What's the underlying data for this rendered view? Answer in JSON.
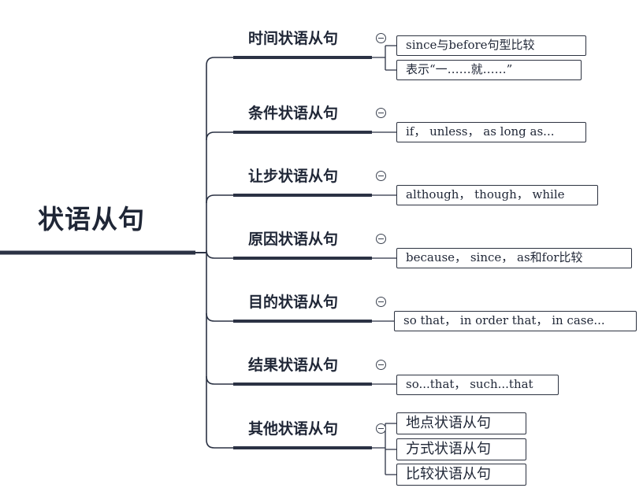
{
  "root": {
    "label": "状语从句"
  },
  "branches": [
    {
      "label": "时间状语从句",
      "leaves": [
        "since与before句型比较",
        "表示“一……就……”"
      ]
    },
    {
      "label": "条件状语从句",
      "leaves": [
        "if， unless， as long as..."
      ]
    },
    {
      "label": "让步状语从句",
      "leaves": [
        "although， though， while"
      ]
    },
    {
      "label": "原因状语从句",
      "leaves": [
        "because， since， as和for比较"
      ]
    },
    {
      "label": "目的状语从句",
      "leaves": [
        "so that， in order that， in case..."
      ]
    },
    {
      "label": "结果状语从句",
      "leaves": [
        "so...that， such...that"
      ]
    },
    {
      "label": "其他状语从句",
      "leaves": [
        "地点状语从句",
        "方式状语从句",
        "比较状语从句"
      ]
    }
  ],
  "colors": {
    "line": "#2b3244",
    "text": "#1f2636",
    "box_border": "#2c3240"
  }
}
